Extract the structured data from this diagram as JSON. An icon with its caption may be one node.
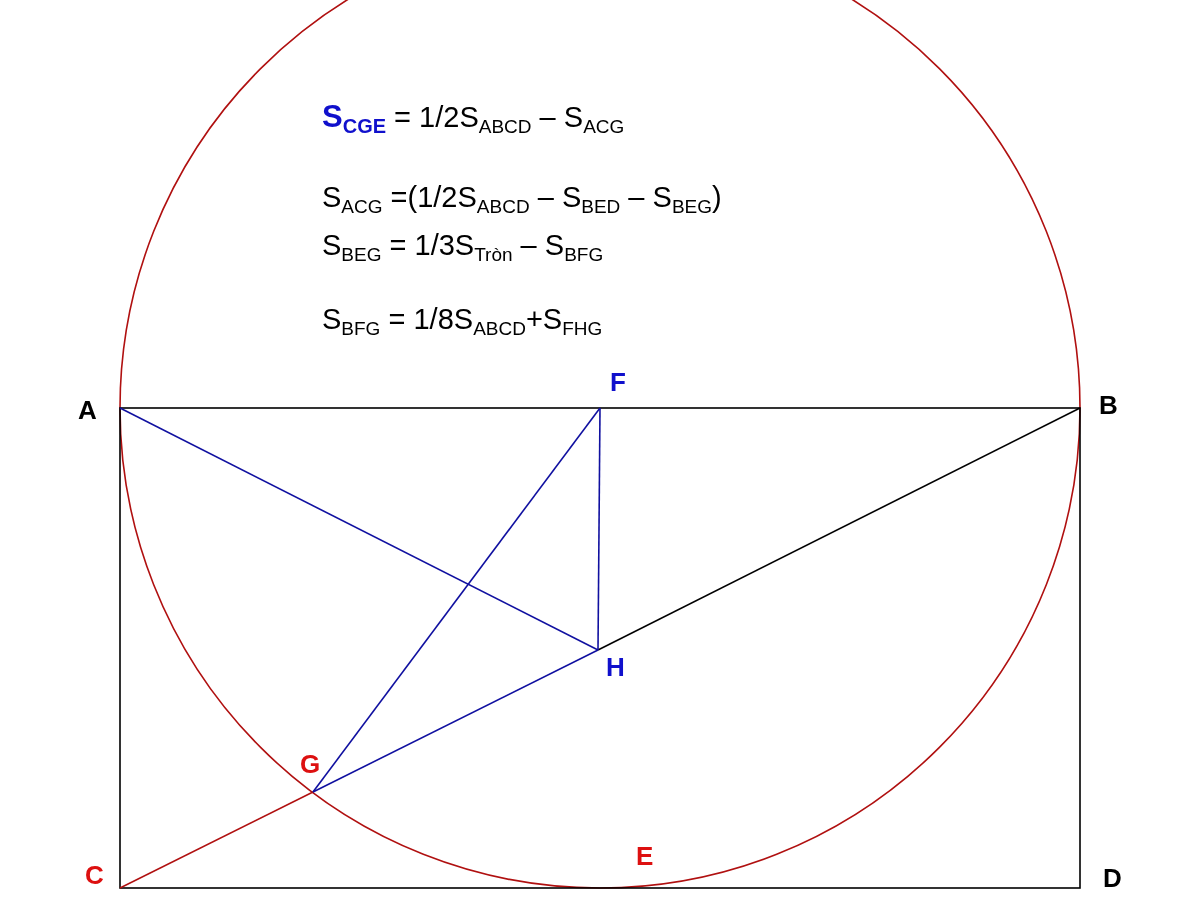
{
  "diagram": {
    "labels": [
      "**S$_{CGE}$** = 1/2S$_{ABCD}$ – S$_{ACG}$",
      "S$_{ACG}$ =(1/2S$_{ABCD}$ – S$_{BED}$ – S$_{BEG}$)",
      "S$_{BEG}$ = 1/3S$_{Tròn}$ – S$_{BFG}$",
      "S$_{BFG}$ = 1/8S$_{ABCD}$+S$_{FHG}$",
      "F",
      "A",
      "B",
      "H",
      "G",
      "E",
      "C",
      "D"
    ]
  }
}
